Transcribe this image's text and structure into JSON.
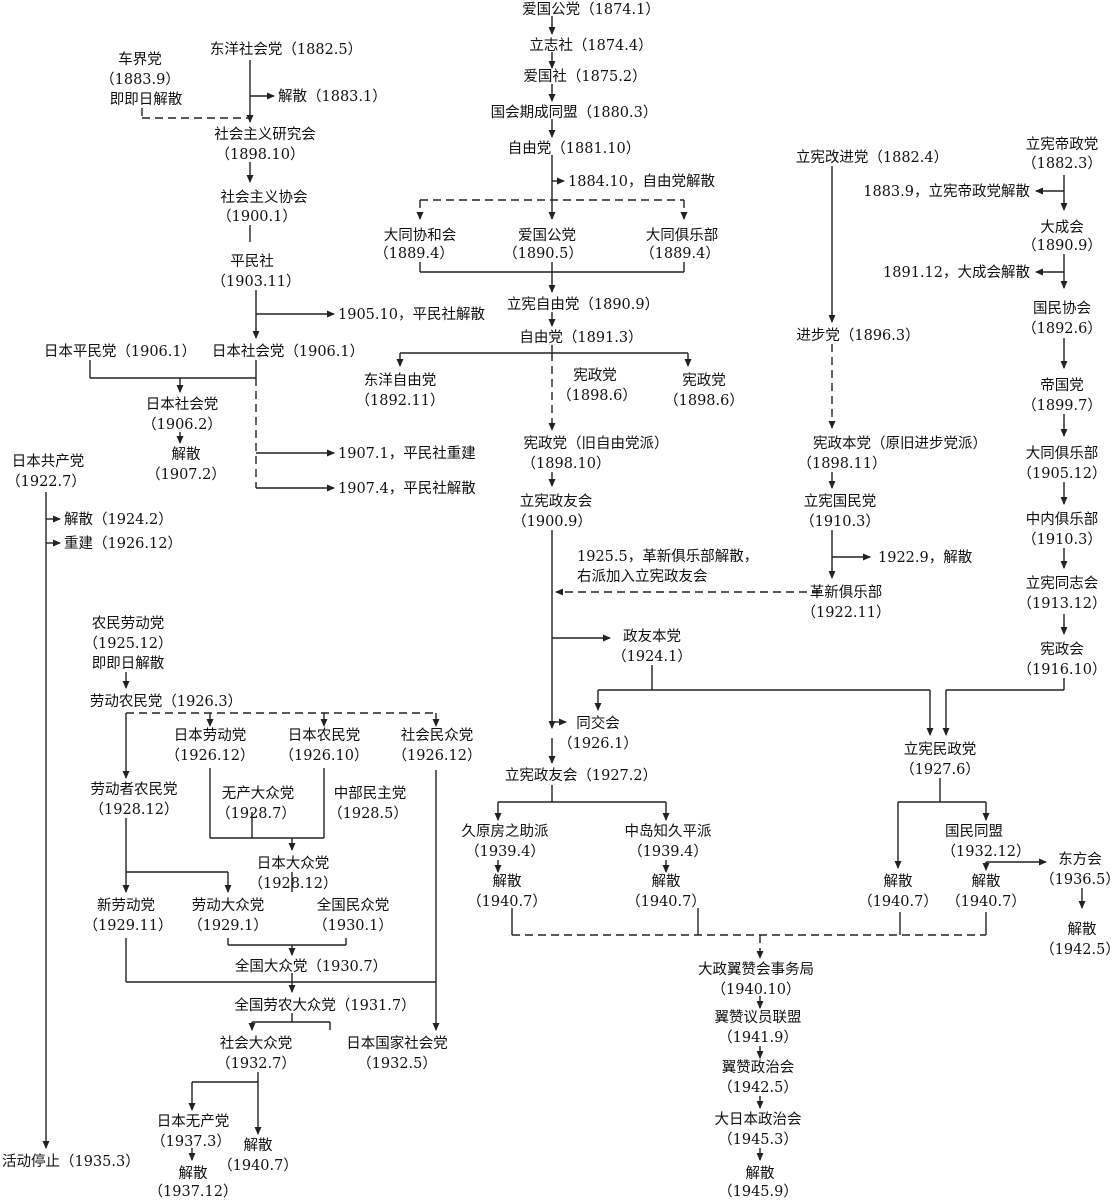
{
  "nodes": {
    "n_aikoku1": "爱国公党（1874.1）",
    "n_risshisha": "立志社（1874.4）",
    "n_aikokusha": "爱国社（1875.2）",
    "n_kokkai": "国会期成同盟（1880.3）",
    "n_jiyu1881": "自由党（1881.10）",
    "n_jiyu_dis": "1884.10，自由党解散",
    "n_daido_kyowa_1": "大同协和会",
    "n_daido_kyowa_2": "（1889.4）",
    "n_aikoku1890_1": "爱国公党",
    "n_aikoku1890_2": "（1890.5）",
    "n_daido_club_1": "大同俱乐部",
    "n_daido_club_2": "（1889.4）",
    "n_rikken_jiyu": "立宪自由党（1890.9）",
    "n_jiyu1891": "自由党（1891.3）",
    "n_toyo_jiyu_1": "东洋自由党",
    "n_toyo_jiyu_2": "（1892.11）",
    "n_kensei_a_1": "宪政党",
    "n_kensei_a_2": "（1898.6）",
    "n_kensei_b_1": "宪政党",
    "n_kensei_b_2": "（1898.6）",
    "n_kensei_old_1": "宪政党（旧自由党派）",
    "n_kensei_old_2": "（1898.10）",
    "n_seiyu_1": "立宪政友会",
    "n_seiyu_2": "（1900.9）",
    "n_note1925_1": "1925.5，革新俱乐部解散，",
    "n_note1925_2": "右派加入立宪政友会",
    "n_seiyuhonto_1": "政友本党",
    "n_seiyuhonto_2": "（1924.1）",
    "n_dokokai_1": "同交会",
    "n_dokokai_2": "（1926.1）",
    "n_seiyu1927": "立宪政友会（1927.2）",
    "n_kuhara_1": "久原房之助派",
    "n_kuhara_2": "（1939.4）",
    "n_nakajima_1": "中岛知久平派",
    "n_nakajima_2": "（1939.4）",
    "n_dis_kuhara_1": "解散",
    "n_dis_kuhara_2": "（1940.7）",
    "n_dis_nakajima_1": "解散",
    "n_dis_nakajima_2": "（1940.7）",
    "n_rikken_kaishin": "立宪改进党（1882.4）",
    "n_shinpo": "进步党（1896.3）",
    "n_kensei_hon_1": "宪政本党（原旧进步党派）",
    "n_kensei_hon_2": "（1898.11）",
    "n_kokumin_1": "立宪国民党",
    "n_kokumin_2": "（1910.3）",
    "n_kok_dis": "1922.9，解散",
    "n_kakushin_1": "革新俱乐部",
    "n_kakushin_2": "（1922.11）",
    "n_teisei_1": "立宪帝政党",
    "n_teisei_2": "（1882.3）",
    "n_teisei_dis": "1883.9，立宪帝政党解散",
    "n_taisei_1": "大成会",
    "n_taisei_2": "（1890.9）",
    "n_taisei_dis": "1891.12，大成会解散",
    "n_kokumin_kyokai_1": "国民协会",
    "n_kokumin_kyokai_2": "（1892.6）",
    "n_teikoku_1": "帝国党",
    "n_teikoku_2": "（1899.7）",
    "n_daido1905_1": "大同俱乐部",
    "n_daido1905_2": "（1905.12）",
    "n_chuo_1": "中内俱乐部",
    "n_chuo_2": "（1910.3）",
    "n_doshikai_1": "立宪同志会",
    "n_doshikai_2": "（1913.12）",
    "n_kenseikai_1": "宪政会",
    "n_kenseikai_2": "（1916.10）",
    "n_minsei_1": "立宪民政党",
    "n_minsei_2": "（1927.6）",
    "n_minsei_dis_1": "解散",
    "n_minsei_dis_2": "（1940.7）",
    "n_kokumin_domei_1": "国民同盟",
    "n_kokumin_domei_2": "（1932.12）",
    "n_kd_dis_1": "解散",
    "n_kd_dis_2": "（1940.7）",
    "n_tohokai_1": "东方会",
    "n_tohokai_2": "（1936.5）",
    "n_toho_dis_1": "解散",
    "n_toho_dis_2": "（1942.5）",
    "n_taisei_yokusan_1": "大政翼赞会事务局",
    "n_taisei_yokusan_2": "（1940.10）",
    "n_yokusan_giin_1": "翼赞议员联盟",
    "n_yokusan_giin_2": "（1941.9）",
    "n_yokusan_seiji_1": "翼赞政治会",
    "n_yokusan_seiji_2": "（1942.5）",
    "n_dainihon_1": "大日本政治会",
    "n_dainihon_2": "（1945.3）",
    "n_final_dis_1": "解散",
    "n_final_dis_2": "（1945.9）",
    "n_toyo_shakai": "东洋社会党（1882.5）",
    "n_shakai_dis": "解散（1883.1）",
    "n_shakai_1": "车界党",
    "n_shakai_2": "（1883.9）",
    "n_shakai_3": "即即日解散",
    "n_shakaishugi_ken_1": "社会主义研究会",
    "n_shakaishugi_ken_2": "（1898.10）",
    "n_shakaishugi_kyo_1": "社会主义协会",
    "n_shakaishugi_kyo_2": "（1900.1）",
    "n_heiminsha_1": "平民社",
    "n_heiminsha_2": "（1903.11）",
    "n_heimin_dis": "1905.10，平民社解散",
    "n_nihon_heimin": "日本平民党（1906.1）",
    "n_nihon_shakai1906_1": "日本社会党（1906.1）",
    "n_nihon_shakai_1": "日本社会党",
    "n_nihon_shakai_2": "（1906.2）",
    "n_nihon_shakai_dis_1": "解散",
    "n_nihon_shakai_dis_2": "（1907.2）",
    "n_heimin_rebuild": "1907.1，平民社重建",
    "n_heimin_dis2": "1907.4，平民社解散",
    "n_kyosanto_1": "日本共产党",
    "n_kyosanto_2": "（1922.7）",
    "n_kyosanto_dis": "解散（1924.2）",
    "n_kyosanto_rebuild": "重建（1926.12）",
    "n_kyosanto_stop": "活动停止（1935.3）",
    "n_nomin_rodo_1": "农民劳动党",
    "n_nomin_rodo_2": "（1925.12）",
    "n_nomin_rodo_3": "即即日解散",
    "n_rodo_nomin": "劳动农民党（1926.3）",
    "n_nihon_rodo_1": "日本劳动党",
    "n_nihon_rodo_2": "（1926.12）",
    "n_nihon_nomin_1": "日本农民党",
    "n_nihon_nomin_2": "（1926.10）",
    "n_shakai_minshu_1": "社会民众党",
    "n_shakai_minshu_2": "（1926.12）",
    "n_rodosha_nomin_1": "劳动者农民党",
    "n_rodosha_nomin_2": "（1928.12）",
    "n_musan_taishu_1": "无产大众党",
    "n_musan_taishu_2": "（1928.7）",
    "n_chubu_1": "中部民主党",
    "n_chubu_2": "（1928.5）",
    "n_nihon_taishu_1": "日本大众党",
    "n_nihon_taishu_2": "（1928.12）",
    "n_shin_rodo_1": "新劳动党",
    "n_shin_rodo_2": "（1929.11）",
    "n_rodo_taishu_1": "劳动大众党",
    "n_rodo_taishu_2": "（1929.1）",
    "n_zenkoku_minshu_1": "全国民众党",
    "n_zenkoku_minshu_2": "（1930.1）",
    "n_zenkoku_taishu": "全国大众党（1930.7）",
    "n_zenkoku_rono": "全国劳农大众党（1931.7）",
    "n_shakai_taishu_1": "社会大众党",
    "n_shakai_taishu_2": "（1932.7）",
    "n_kokka_shakai_1": "日本国家社会党",
    "n_kokka_shakai_2": "（1932.5）",
    "n_nihon_musan_1": "日本无产党",
    "n_nihon_musan_2": "（1937.3）",
    "n_nihon_musan_dis_1": "解散",
    "n_nihon_musan_dis_2": "（1937.12）",
    "n_shakai_taishu_dis_1": "解散",
    "n_shakai_taishu_dis_2": "（1940.7）"
  }
}
